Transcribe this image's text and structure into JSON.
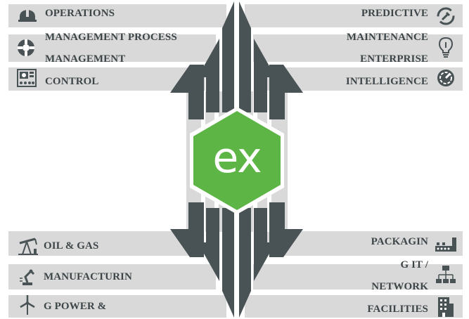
{
  "center_logo": {
    "text": "ex",
    "color": "#5cb545"
  },
  "colors": {
    "band": "#d9d9d9",
    "arrow": "#495255",
    "text": "#3d4548"
  },
  "left_top": [
    {
      "label": "OPERATIONS",
      "icon": "hard-hat-icon"
    },
    {
      "label": "MANAGEMENT PROCESS",
      "icon": "lifebuoy-icon"
    },
    {
      "label": "MANAGEMENT",
      "icon": null
    },
    {
      "label": "CONTROL",
      "icon": "control-panel-icon"
    }
  ],
  "right_top": [
    {
      "label": "PREDICTIVE",
      "icon": "wrench-cycle-icon"
    },
    {
      "label": "MAINTENANCE",
      "icon": "lightbulb-icon"
    },
    {
      "label": "ENTERPRISE",
      "icon": null
    },
    {
      "label": "INTELLIGENCE",
      "icon": "gauge-icon"
    }
  ],
  "left_bottom": [
    {
      "label": "OIL & GAS",
      "icon": "oil-pump-icon"
    },
    {
      "label": "MANUFACTURIN",
      "icon": "robot-arm-icon"
    },
    {
      "label": "G POWER &",
      "icon": "wind-turbine-icon"
    }
  ],
  "right_bottom": [
    {
      "label": "PACKAGIN",
      "icon": "conveyor-icon"
    },
    {
      "label": "G IT /",
      "icon": "network-icon"
    },
    {
      "label": "NETWORK",
      "icon": null
    },
    {
      "label": "FACILITIES",
      "icon": "building-icon"
    }
  ]
}
